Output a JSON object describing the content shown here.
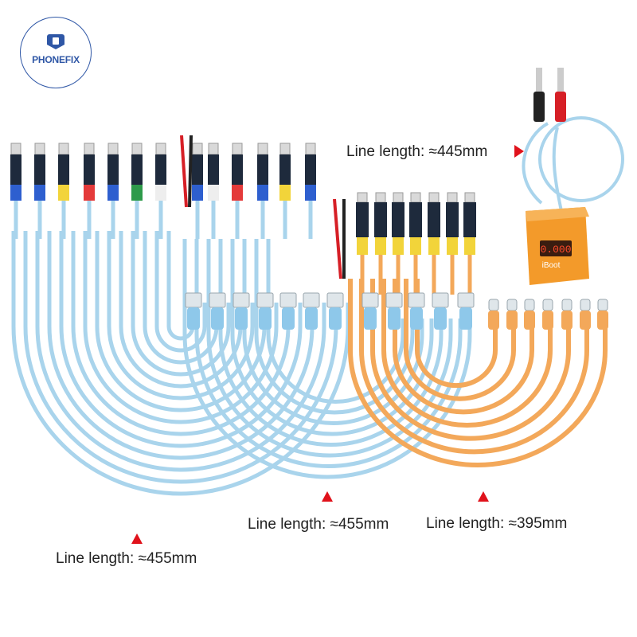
{
  "brand": {
    "logo_text": "PHONEFIX"
  },
  "captions": [
    {
      "text": "Line length: ≈445mm"
    },
    {
      "text": "Line length: ≈455mm"
    },
    {
      "text": "Line length: ≈395mm"
    },
    {
      "text": "Line length: ≈455mm"
    }
  ],
  "device": {
    "display": "0.000",
    "brand": "iBoot"
  },
  "colors": {
    "blue_cable": "#a9d4ec",
    "orange_cable": "#f3a85a",
    "arrow_red": "#e0121b",
    "connector_blue": "#2e5fcf",
    "connector_yellow": "#f2d43a",
    "connector_red": "#e43a3a",
    "connector_green": "#2e9a4a",
    "connector_white": "#eeeeee",
    "device_orange": "#f39a2a"
  }
}
